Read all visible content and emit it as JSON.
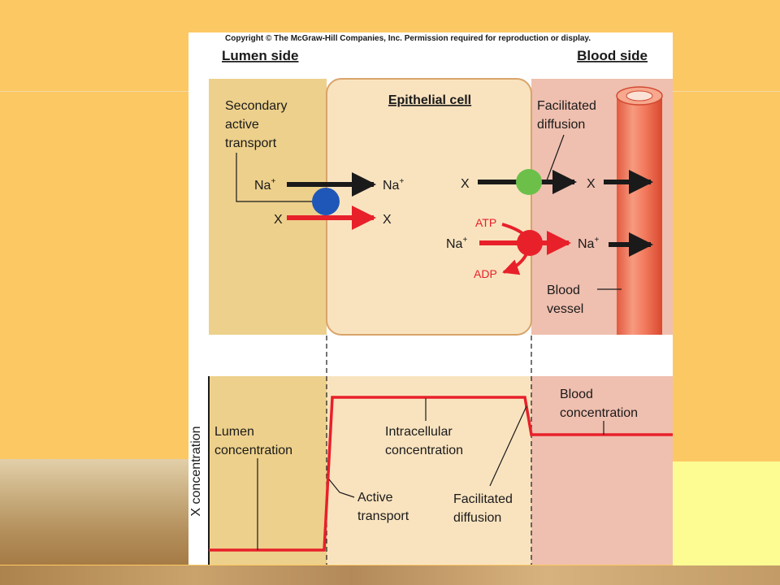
{
  "copyright": "Copyright © The McGraw-Hill Companies, Inc. Permission required for reproduction or display.",
  "headers": {
    "lumen_side": "Lumen side",
    "blood_side": "Blood side"
  },
  "top_panel": {
    "epithelial_cell": "Epithelial cell",
    "secondary_active_transport": [
      "Secondary",
      "active",
      "transport"
    ],
    "facilitated_diffusion": [
      "Facilitated",
      "diffusion"
    ],
    "blood_vessel": [
      "Blood",
      "vessel"
    ],
    "na_symbol": "Na",
    "plus": "+",
    "x_symbol": "X",
    "atp": "ATP",
    "adp": "ADP"
  },
  "graph": {
    "y_axis_label": "X concentration",
    "lumen_concentration": [
      "Lumen",
      "concentration"
    ],
    "intracellular_concentration": [
      "Intracellular",
      "concentration"
    ],
    "blood_concentration": [
      "Blood",
      "concentration"
    ],
    "active_transport": [
      "Active",
      "transport"
    ],
    "facilitated_diffusion": [
      "Facilitated",
      "diffusion"
    ]
  },
  "colors": {
    "lumen": "#edd08b",
    "cell": "#f9e3bf",
    "blood_region": "#efbfaf",
    "vessel": "#f07b5e",
    "red": "#e8202a",
    "blue_carrier": "#1f57b8",
    "green_carrier": "#6cc04a",
    "black": "#1a1a1a"
  }
}
